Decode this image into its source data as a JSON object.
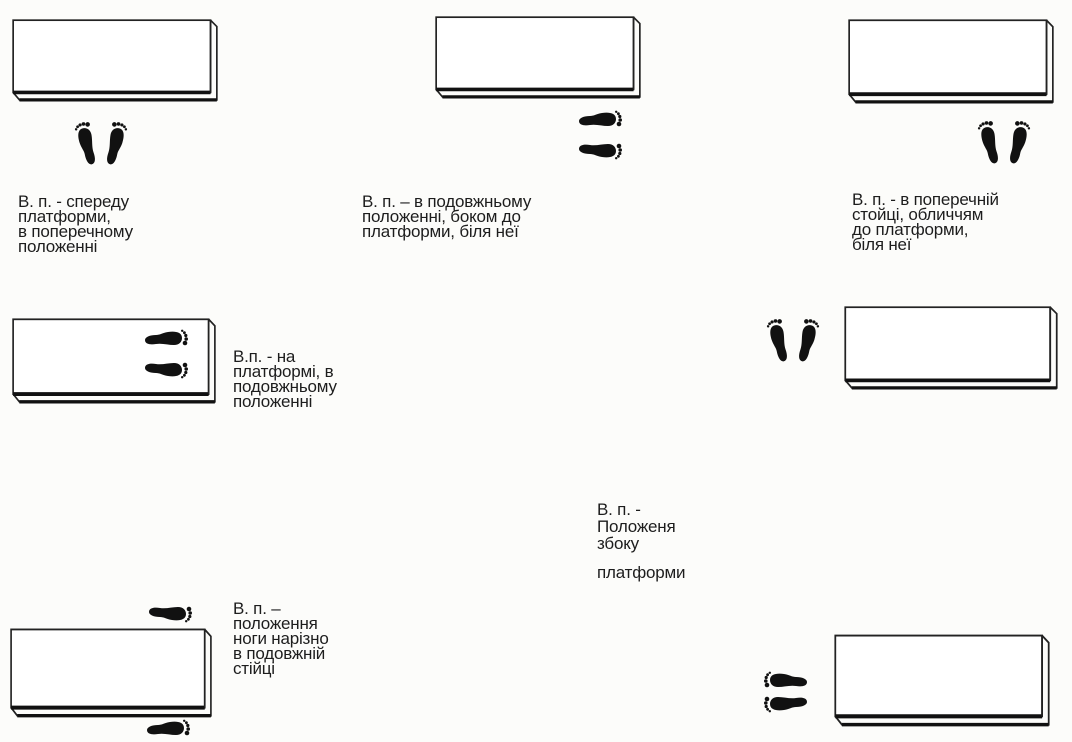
{
  "captions": {
    "front": "В. п. - спереду\nплатформи,\nв поперечному\nположенні",
    "side_long": "В. п. – в подовжньому\nположенні, боком до\nплатформи, біля неї",
    "cross_facing": "В. п. - в поперечній\nстойці, обличчям\nдо  платформи,\nбіля неї",
    "on_platform": "В.п. - на\nплатформі, в\nподовжньому\nположенні",
    "side_position": "В. п. -\nПоложеня\nзбоку",
    "side_position_tail": "платформи",
    "split_stance": "В. п. –\nположення\nноги нарізно\nв подовжній\nстійці"
  }
}
